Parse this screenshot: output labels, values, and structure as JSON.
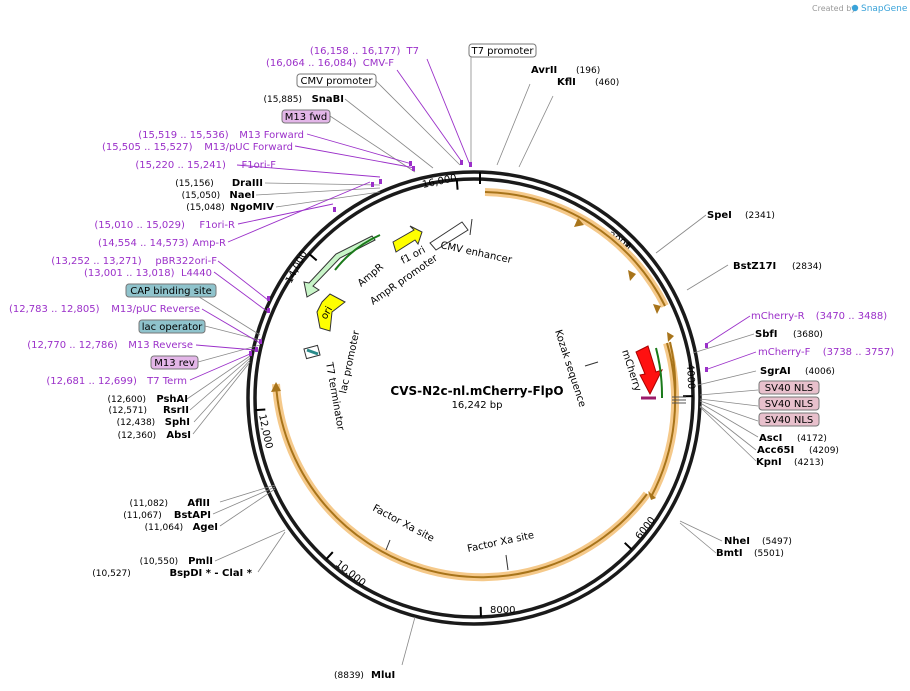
{
  "credit": {
    "prefix": "Created by",
    "brand": "SnapGene"
  },
  "plasmid": {
    "name": "CVS-N2c-nl.mCherry-FlpO",
    "size": "16,242 bp"
  },
  "ticks": [
    "2000",
    "4000",
    "6000",
    "8000",
    "10,000",
    "12,000",
    "14,000",
    "16,000"
  ],
  "enzymes_left": [
    {
      "name": "SnaBI",
      "pos": "(15,885)"
    },
    {
      "name": "DraIII",
      "pos": "(15,156)"
    },
    {
      "name": "NaeI",
      "pos": "(15,050)"
    },
    {
      "name": "NgoMIV",
      "pos": "(15,048)"
    },
    {
      "name": "PshAI",
      "pos": "(12,600)"
    },
    {
      "name": "RsrII",
      "pos": "(12,571)"
    },
    {
      "name": "SphI",
      "pos": "(12,438)"
    },
    {
      "name": "AbsI",
      "pos": "(12,360)"
    },
    {
      "name": "AflII",
      "pos": "(11,082)"
    },
    {
      "name": "BstAPI",
      "pos": "(11,067)"
    },
    {
      "name": "AgeI",
      "pos": "(11,064)"
    },
    {
      "name": "PmlI",
      "pos": "(10,550)"
    },
    {
      "name": "BspDI * - ClaI *",
      "pos": "(10,527)"
    },
    {
      "name": "MluI",
      "pos": "(8839)"
    }
  ],
  "enzymes_right": [
    {
      "name": "AvrII",
      "pos": "(196)"
    },
    {
      "name": "KflI",
      "pos": "(460)"
    },
    {
      "name": "SpeI",
      "pos": "(2341)"
    },
    {
      "name": "BstZ17I",
      "pos": "(2834)"
    },
    {
      "name": "SbfI",
      "pos": "(3680)"
    },
    {
      "name": "SgrAI",
      "pos": "(4006)"
    },
    {
      "name": "AscI",
      "pos": "(4172)"
    },
    {
      "name": "Acc65I",
      "pos": "(4209)"
    },
    {
      "name": "KpnI",
      "pos": "(4213)"
    },
    {
      "name": "NheI",
      "pos": "(5497)"
    },
    {
      "name": "BmtI",
      "pos": "(5501)"
    }
  ],
  "primers": [
    {
      "range": "(16,158 .. 16,177)",
      "name": "T7"
    },
    {
      "range": "(16,064 .. 16,084)",
      "name": "CMV-F"
    },
    {
      "range": "(15,519 .. 15,536)",
      "name": "M13 Forward"
    },
    {
      "range": "(15,505 .. 15,527)",
      "name": "M13/pUC Forward"
    },
    {
      "range": "(15,220 .. 15,241)",
      "name": "F1ori-F"
    },
    {
      "range": "(15,010 .. 15,029)",
      "name": "F1ori-R"
    },
    {
      "range": "(14,554 .. 14,573)",
      "name": "Amp-R"
    },
    {
      "range": "(13,252 .. 13,271)",
      "name": "pBR322ori-F"
    },
    {
      "range": "(13,001 .. 13,018)",
      "name": "L4440"
    },
    {
      "range": "(12,783 .. 12,805)",
      "name": "M13/pUC Reverse"
    },
    {
      "range": "(12,770 .. 12,786)",
      "name": "M13 Reverse"
    },
    {
      "range": "(12,681 .. 12,699)",
      "name": "T7 Term"
    },
    {
      "range": "(3470 .. 3488)",
      "name": "mCherry-R"
    },
    {
      "range": "(3738 .. 3757)",
      "name": "mCherry-F"
    }
  ],
  "boxes": {
    "t7_promoter": "T7 promoter",
    "cmv_promoter": "CMV promoter",
    "m13_fwd": "M13 fwd",
    "cap_binding": "CAP binding site",
    "lac_operator": "lac operator",
    "m13_rev": "M13 rev",
    "sv40_1": "SV40 NLS",
    "sv40_2": "SV40 NLS",
    "sv40_3": "SV40 NLS"
  },
  "features": {
    "cmv_enhancer": "CMV enhancer",
    "f1_ori": "f1 ori",
    "ampr_promoter": "AmpR promoter",
    "ampr": "AmpR",
    "ori": "ori",
    "lac_promoter": "lac promoter",
    "t7_terminator": "T7 terminator",
    "kozak": "Kozak sequence",
    "mcherry": "mCherry",
    "factor_xa_1": "Factor Xa site",
    "factor_xa_2": "Factor Xa site"
  },
  "colors": {
    "primer": "#9b30c9",
    "orf_fill": "#f5c98a",
    "orf_arrow": "#a8741a",
    "mcherry": "#ff1010",
    "ampr": "#c8f5c8",
    "f1ori": "#ffff00",
    "ori": "#ffff00",
    "box_purple": "#e3b6e8",
    "box_pink": "#e8c0cc",
    "box_blue": "#8fc3cc"
  }
}
